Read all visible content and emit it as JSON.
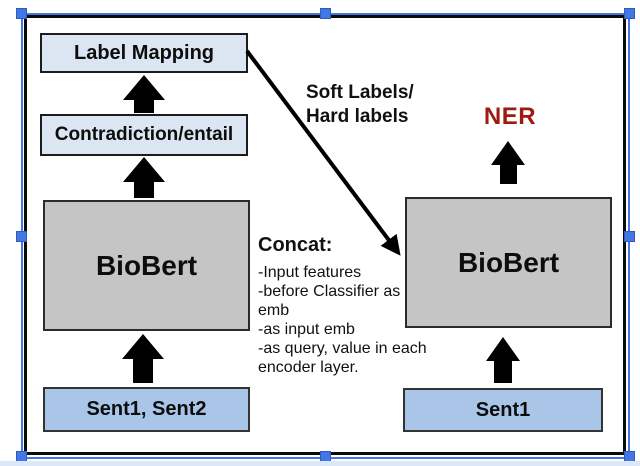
{
  "figure": {
    "nli_branch": {
      "output_label": "Label Mapping",
      "classifier_label": "Contradiction/entail",
      "encoder_label": "BioBert",
      "input_label": "Sent1, Sent2"
    },
    "ner_branch": {
      "task_label": "NER",
      "encoder_label": "BioBert",
      "input_label": "Sent1"
    },
    "annotations": {
      "transfer_line1": "Soft Labels/",
      "transfer_line2": "Hard labels",
      "concat_title": "Concat:",
      "concat_items": [
        "-Input features",
        "-before Classifier as emb",
        "-as input emb",
        "-as query, value in each encoder layer."
      ]
    },
    "colors": {
      "light_blue_fill": "#dce6f2",
      "input_blue_fill": "#a9c6e9",
      "encoder_gray_fill": "#c5c5c5",
      "ner_red": "#9e1b10",
      "selection_blue": "#4277e5"
    }
  }
}
